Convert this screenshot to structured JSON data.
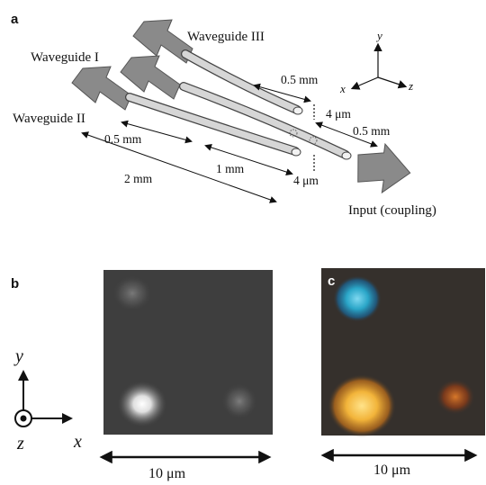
{
  "panel_a": {
    "letter": "a",
    "labels": {
      "waveguide_1": "Waveguide I",
      "waveguide_2": "Waveguide II",
      "waveguide_3": "Waveguide III",
      "input": "Input (coupling)"
    },
    "dimensions": {
      "d_0_5_top": "0.5 mm",
      "d_4um_top": "4 μm",
      "d_0_5_right": "0.5 mm",
      "d_0_5_left": "0.5 mm",
      "d_1mm": "1 mm",
      "d_2mm": "2 mm",
      "d_4um_bottom": "4 μm"
    },
    "axes": {
      "x": "x",
      "y": "y",
      "z": "z"
    }
  },
  "panel_b": {
    "letter": "b",
    "scale_bar": "10 μm",
    "axes": {
      "x": "x",
      "y": "y",
      "z": "z"
    }
  },
  "panel_c": {
    "letter": "c",
    "scale_bar": "10 μm"
  },
  "colors": {
    "waveguide_fill": "#cfcfcf",
    "arrow_fill": "#8a8a8a",
    "panel_b_bg": "#3e3e3e",
    "panel_c_bg": "#35302c",
    "spot_blue": "#2aa6c8",
    "spot_yellow": "#f2b43a",
    "spot_orange": "#b5561e"
  }
}
